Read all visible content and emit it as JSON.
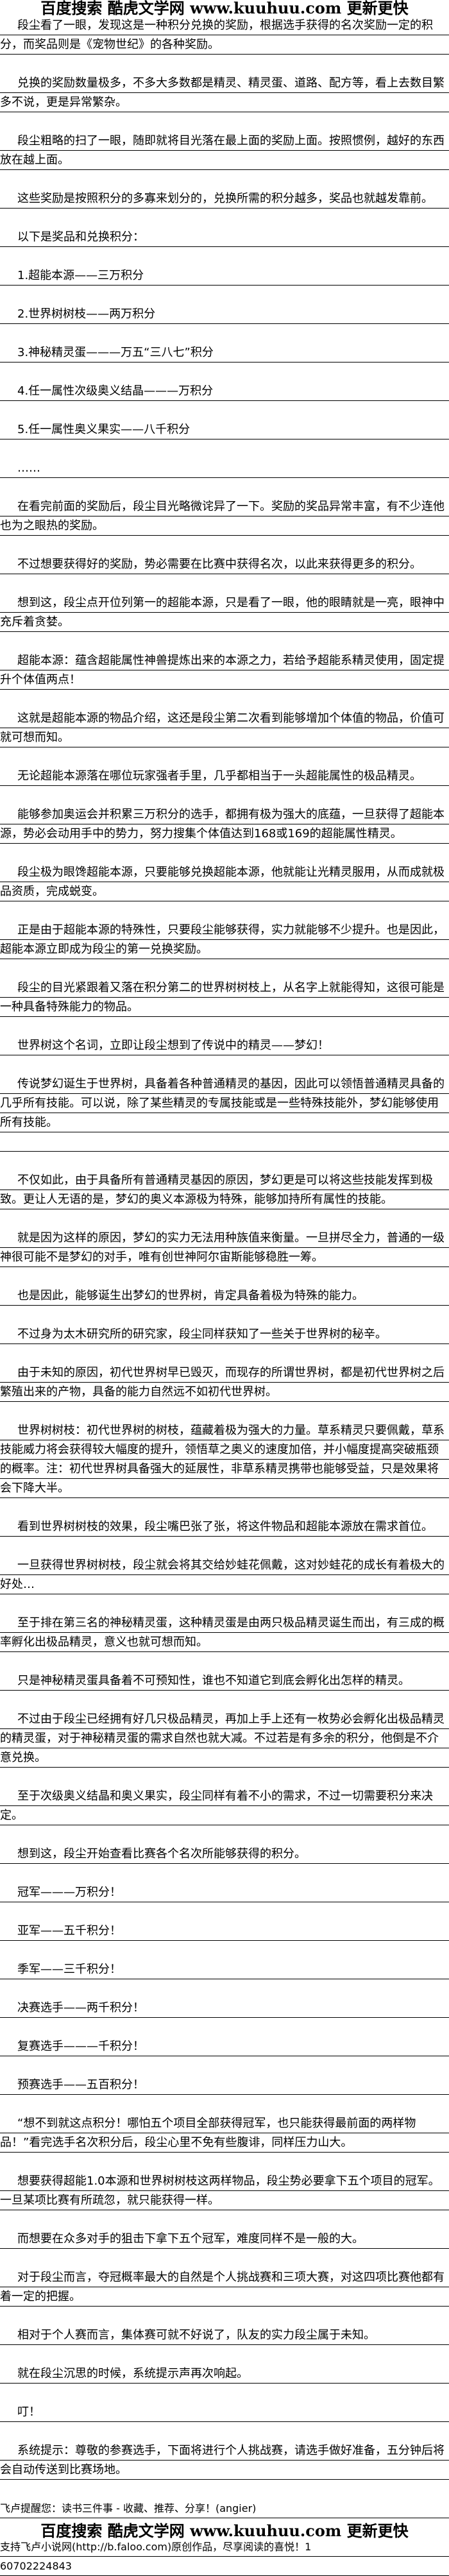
{
  "banner": {
    "text": "百度搜索 酷虎文学网 www.kuuhuu.com 更新更快"
  },
  "paragraphs": [
    "段尘看了一眼，发现这是一种积分兑换的奖励，根据选手获得的名次奖励一定的积分，而奖品则是《宠物世纪》的各种奖励。",
    "兑换的奖励数量极多，不多大多数都是精灵、精灵蛋、道路、配方等，看上去数目繁多不说，更是异常繁杂。",
    "段尘粗略的扫了一眼，随即就将目光落在最上面的奖励上面。按照惯例，越好的东西放在越上面。",
    "这些奖励是按照积分的多寡来划分的，兑换所需的积分越多，奖品也就越发靠前。",
    "以下是奖品和兑换积分：",
    "1.超能本源——三万积分",
    "2.世界树树枝——两万积分",
    "3.神秘精灵蛋———万五“三八七”积分",
    "4.任一属性次级奥义结晶———万积分",
    "5.任一属性奥义果实——八千积分",
    "……",
    "在看完前面的奖励后，段尘目光略微诧异了一下。奖励的奖品异常丰富，有不少连他也为之眼热的奖励。",
    "不过想要获得好的奖励，势必需要在比赛中获得名次，以此来获得更多的积分。",
    "想到这，段尘点开位列第一的超能本源，只是看了一眼，他的眼睛就是一亮，眼神中充斥着贪婪。",
    "超能本源：蕴含超能属性神兽提炼出来的本源之力，若给予超能系精灵使用，固定提升个体值两点！",
    "这就是超能本源的物品介绍，这还是段尘第二次看到能够增加个体值的物品，价值可就可想而知。",
    "无论超能本源落在哪位玩家强者手里，几乎都相当于一头超能属性的极品精灵。",
    "能够参加奥运会并积累三万积分的选手，都拥有极为强大的底蕴，一旦获得了超能本源，势必会动用手中的势力，努力搜集个体值达到168或169的超能属性精灵。",
    "段尘极为眼馋超能本源，只要能够兑换超能本源，他就能让光精灵服用，从而成就极品资质，完成蜕变。",
    "正是由于超能本源的特殊性，只要段尘能够获得，实力就能够不少提升。也是因此，超能本源立即成为段尘的第一兑换奖励。",
    "段尘的目光紧跟着又落在积分第二的世界树树枝上，从名字上就能得知，这很可能是一种具备特殊能力的物品。",
    "世界树这个名词，立即让段尘想到了传说中的精灵——梦幻！",
    "传说梦幻诞生于世界树，具备着各种普通精灵的基因，因此可以领悟普通精灵具备的几乎所有技能。可以说，除了某些精灵的专属技能或是一些特殊技能外，梦幻能够使用所有技能。",
    "不仅如此，由于具备所有普通精灵基因的原因，梦幻更是可以将这些技能发挥到极致。更让人无语的是，梦幻的奥义本源极为特殊，能够加持所有属性的技能。",
    "就是因为这样的原因，梦幻的实力无法用种族值来衡量。一旦拼尽全力，普通的一级神很可能不是梦幻的对手，唯有创世神阿尔宙斯能够稳胜一筹。",
    "也是因此，能够诞生出梦幻的世界树，肯定具备着极为特殊的能力。",
    "不过身为太木研究所的研究家，段尘同样获知了一些关于世界树的秘辛。",
    "由于未知的原因，初代世界树早已毁灭，而现存的所谓世界树，都是初代世界树之后繁殖出来的产物，具备的能力自然远不如初代世界树。",
    "世界树树枝：初代世界树的树枝，蕴藏着极为强大的力量。草系精灵只要佩戴，草系技能威力将会获得较大幅度的提升，领悟草之奥义的速度加倍，并小幅度提高突破瓶颈的概率。注：初代世界树具备强大的延展性，非草系精灵携带也能够受益，只是效果将会下降大半。",
    "看到世界树树枝的效果，段尘嘴巴张了张，将这件物品和超能本源放在需求首位。",
    "一旦获得世界树树枝，段尘就会将其交给妙蛙花佩戴，这对妙蛙花的成长有着极大的好处…",
    "至于排在第三名的神秘精灵蛋，这种精灵蛋是由两只极品精灵诞生而出，有三成的概率孵化出极品精灵，意义也就可想而知。",
    "只是神秘精灵蛋具备着不可预知性，谁也不知道它到底会孵化出怎样的精灵。",
    "不过由于段尘已经拥有好几只极品精灵，再加上手上还有一枚势必会孵化出极品精灵的精灵蛋，对于神秘精灵蛋的需求自然也就大减。不过若是有多余的积分，他倒是不介意兑换。",
    "至于次级奥义结晶和奥义果实，段尘同样有着不小的需求，不过一切需要积分来决定。",
    "想到这，段尘开始查看比赛各个名次所能够获得的积分。",
    "冠军———万积分！",
    "亚军——五千积分！",
    "季军——三千积分！",
    "决赛选手——两千积分！",
    "复赛选手———千积分！",
    "预赛选手——五百积分！",
    "“想不到就这点积分！哪怕五个项目全部获得冠军，也只能获得最前面的两样物品！”看完选手名次积分后，段尘心里不免有些腹诽，同样压力山大。",
    "想要获得超能1.0本源和世界树树枝这两样物品，段尘势必要拿下五个项目的冠军。一旦某项比赛有所疏忽，就只能获得一样。",
    "而想要在众多对手的狙击下拿下五个冠军，难度同样不是一般的大。",
    "对于段尘而言，夺冠概率最大的自然是个人挑战赛和三项大赛，对这四项比赛他都有着一定的把握。",
    "相对于个人赛而言，集体赛可就不好说了，队友的实力段尘属于未知。",
    "就在段尘沉思的时候，系统提示声再次响起。",
    "叮！",
    "系统提示：尊敬的参赛选手，下面将进行个人挑战赛，请选手做好准备，五分钟后将会自动传送到比赛场地。"
  ],
  "footer": {
    "reminder": "飞卢提醒您：读书三件事 - 收藏、推荐、分享！(angier)",
    "support_line": "支持飞卢小说网(http://b.faloo.com)原创作品，尽享阅读的喜悦！1",
    "id_line": "60702224843"
  }
}
